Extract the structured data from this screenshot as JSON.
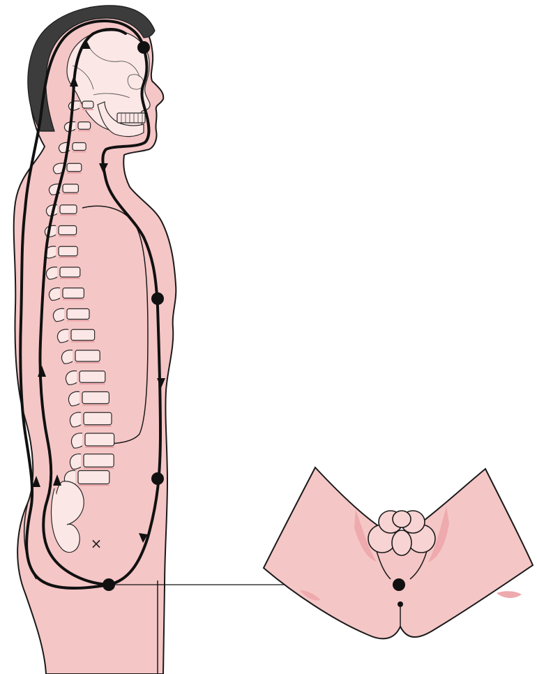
{
  "diagram": {
    "type": "anatomical-channel-illustration",
    "views": [
      "lateral-body-with-spine-and-skull",
      "inferior-perineum-view"
    ],
    "colors": {
      "skin": "#f5c6c6",
      "bone": "#fbe7e6",
      "hair": "#3c3c3c",
      "channel": "#111111"
    },
    "markers": {
      "x_mark": "×"
    }
  }
}
